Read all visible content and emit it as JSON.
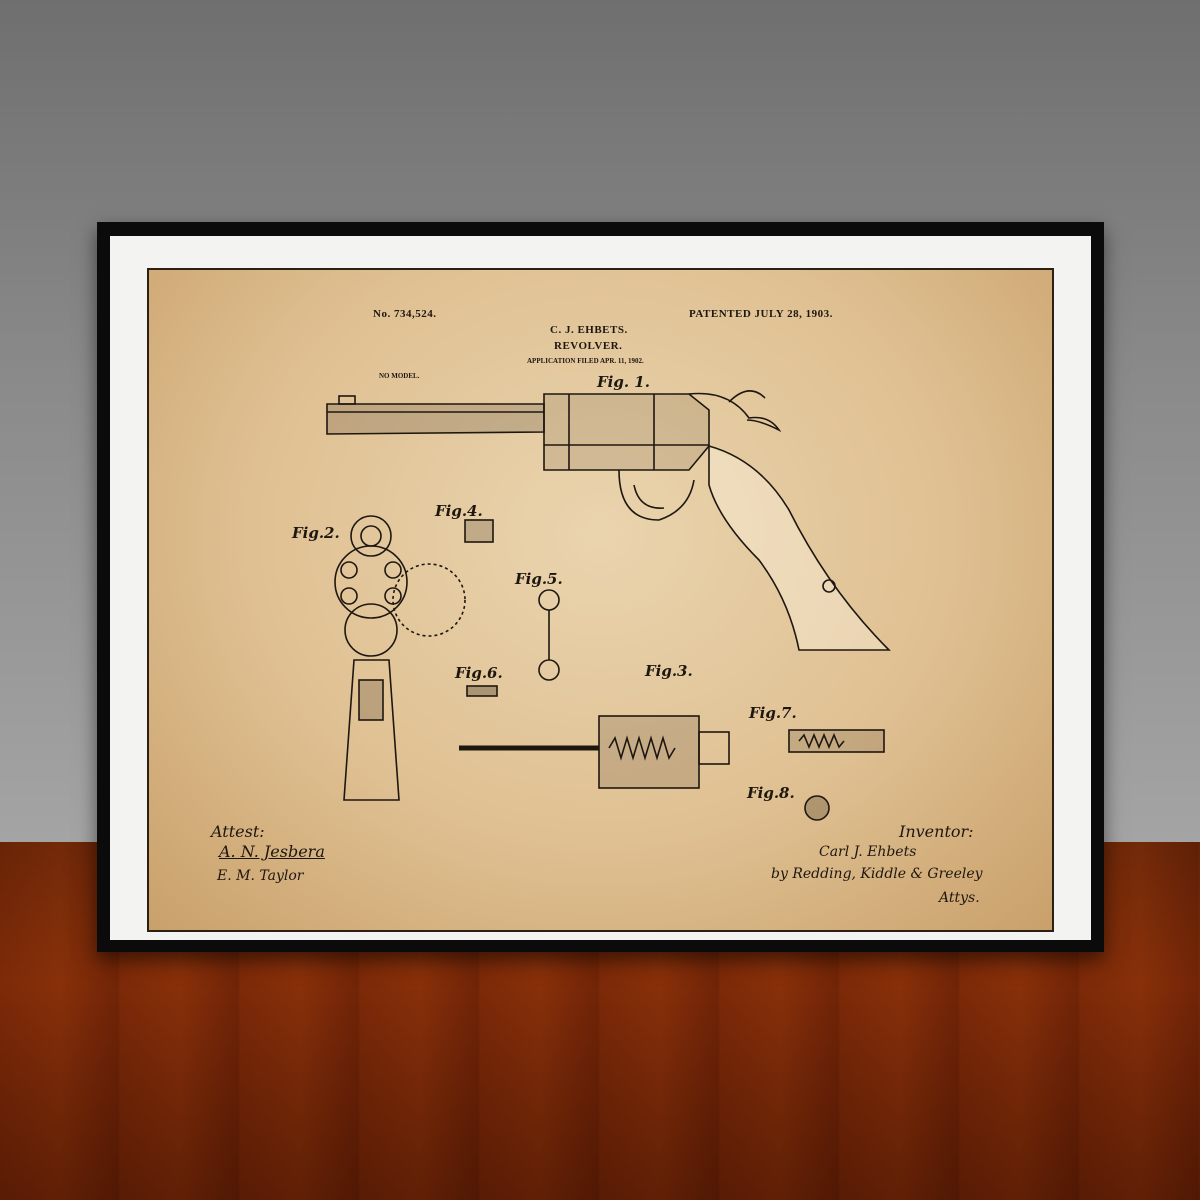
{
  "patent": {
    "number": "No. 734,524.",
    "date": "PATENTED JULY 28, 1903.",
    "inventor_name": "C. J. EHBETS.",
    "title": "REVOLVER.",
    "application": "APPLICATION FILED APR. 11, 1902.",
    "model": "NO MODEL."
  },
  "figures": [
    "Fig. 1.",
    "Fig.2.",
    "Fig.3.",
    "Fig.4.",
    "Fig.5.",
    "Fig.6.",
    "Fig.7.",
    "Fig.8."
  ],
  "signatures": {
    "attest_label": "Attest:",
    "witness_1": "A. N. Jesbera",
    "witness_2": "E. M. Taylor",
    "inventor_label": "Inventor:",
    "inventor_signature": "Carl J. Ehbets",
    "attorneys": "by Redding, Kiddle & Greeley",
    "attys_label": "Attys."
  },
  "colors": {
    "paper": "#dfc092",
    "ink": "#1e1710",
    "frame": "#0b0b0b",
    "mat": "#f3f3f1",
    "wall": "#8a8a8a",
    "floor": "#b86a2e"
  }
}
